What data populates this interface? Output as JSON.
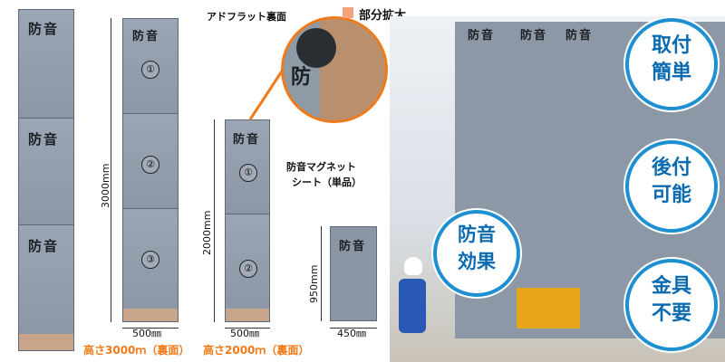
{
  "left_sheet": {
    "labels": [
      "防音",
      "防音",
      "防音"
    ]
  },
  "sheet_3000": {
    "label": "防音",
    "panels": [
      "①",
      "②",
      "③"
    ],
    "height_label": "3000mm",
    "width_label": "500㎜",
    "caption": "高さ3000ｍ（裏面）"
  },
  "sheet_2000": {
    "label": "防音",
    "panels": [
      "①",
      "②"
    ],
    "height_label": "2000mm",
    "width_label": "500㎜",
    "caption": "高さ2000ｍ（裏面）"
  },
  "sheet_single": {
    "label": "防音",
    "height_label": "950mm",
    "width_label": "450㎜"
  },
  "zoom": {
    "flat_label": "アドフラット裏面",
    "legend_label": "部分拡大",
    "char": "防",
    "product_label_line1": "防音マグネット",
    "product_label_line2": "シート（単品）"
  },
  "photo": {
    "panel_label": "防音",
    "bubbles": [
      {
        "line1": "取付",
        "line2": "簡単"
      },
      {
        "line1": "後付",
        "line2": "可能"
      },
      {
        "line1": "金具",
        "line2": "不要"
      },
      {
        "line1": "防音",
        "line2": "効果"
      }
    ]
  },
  "colors": {
    "accent_orange": "#f07a18",
    "bubble_blue": "#1e8fd0",
    "sheet_gray": "#8a96a4"
  }
}
